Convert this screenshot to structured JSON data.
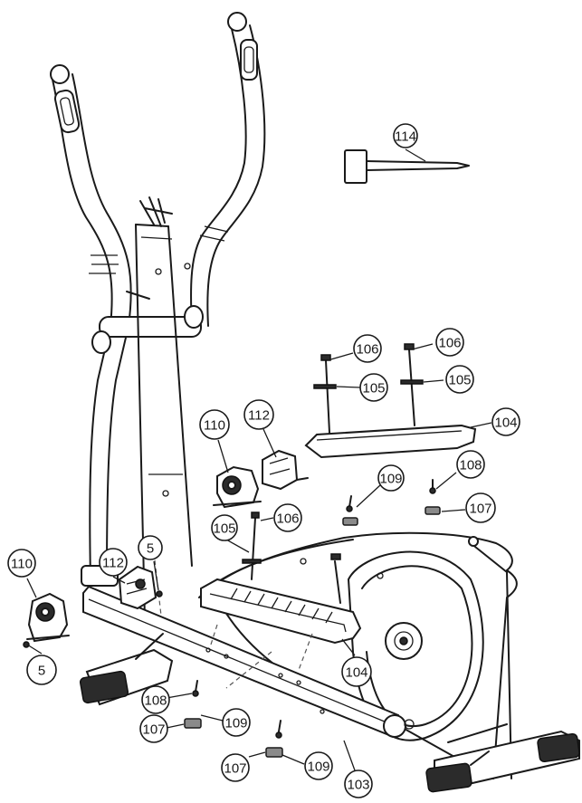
{
  "parts": [
    {
      "id": "p114a",
      "label": "114"
    },
    {
      "id": "p106a",
      "label": "106"
    },
    {
      "id": "p106b",
      "label": "106"
    },
    {
      "id": "p105a",
      "label": "105"
    },
    {
      "id": "p105b",
      "label": "105"
    },
    {
      "id": "p104a",
      "label": "104"
    },
    {
      "id": "p112a",
      "label": "112"
    },
    {
      "id": "p110a",
      "label": "110"
    },
    {
      "id": "p108a",
      "label": "108"
    },
    {
      "id": "p109a",
      "label": "109"
    },
    {
      "id": "p107a",
      "label": "107"
    },
    {
      "id": "p105c",
      "label": "105"
    },
    {
      "id": "p106c",
      "label": "106"
    },
    {
      "id": "p112b",
      "label": "112"
    },
    {
      "id": "p5a",
      "label": "5"
    },
    {
      "id": "p110b",
      "label": "110"
    },
    {
      "id": "p5b",
      "label": "5"
    },
    {
      "id": "p104b",
      "label": "104"
    },
    {
      "id": "p108b",
      "label": "108"
    },
    {
      "id": "p107b",
      "label": "107"
    },
    {
      "id": "p109b",
      "label": "109"
    },
    {
      "id": "p103a",
      "label": "103"
    },
    {
      "id": "p107c",
      "label": "107"
    },
    {
      "id": "p109c",
      "label": "109"
    }
  ]
}
